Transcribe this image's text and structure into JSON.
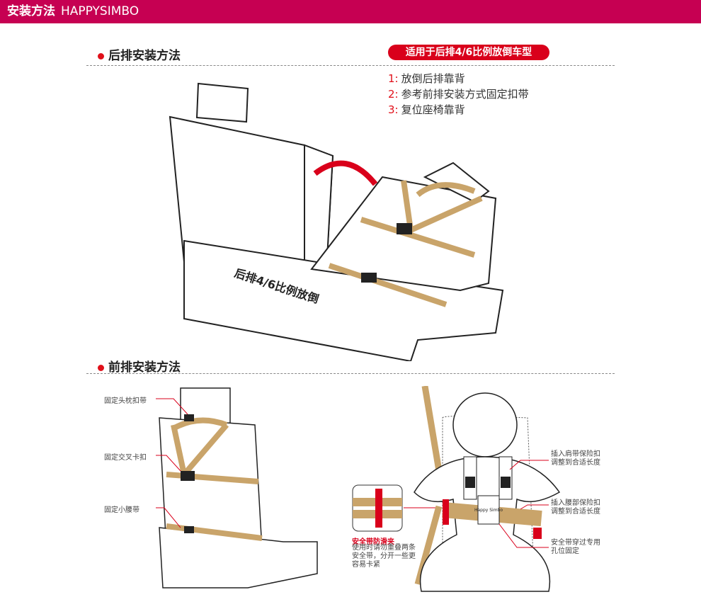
{
  "header": {
    "title": "安装方法",
    "brand": "HAPPYSIMBO"
  },
  "rear": {
    "heading": "后排安装方法",
    "badge": "适用于后排4/6比例放倒车型",
    "steps": [
      {
        "n": "1:",
        "text": "放倒后排靠背"
      },
      {
        "n": "2:",
        "text": "参考前排安装方式固定扣带"
      },
      {
        "n": "3:",
        "text": "复位座椅靠背"
      }
    ],
    "seat_label": "后排4/6比例放倒"
  },
  "front": {
    "heading": "前排安装方法",
    "labels": [
      "固定头枕扣带",
      "固定交叉卡扣",
      "固定小腰带"
    ],
    "clip_title": "安全带防滑夹",
    "clip_desc": [
      "使用时请勿重叠两条",
      "安全带，分开一些更",
      "容易卡紧"
    ],
    "notes": [
      [
        "插入肩带保险扣",
        "调整到合适长度"
      ],
      [
        "插入腰部保险扣",
        "调整到合适长度"
      ],
      [
        "安全带穿过专用",
        "孔位固定"
      ]
    ],
    "logo": "Happy Simbo"
  },
  "colors": {
    "brand": "#c60052",
    "strap": "#c9a46a",
    "accent": "#d9001b"
  }
}
